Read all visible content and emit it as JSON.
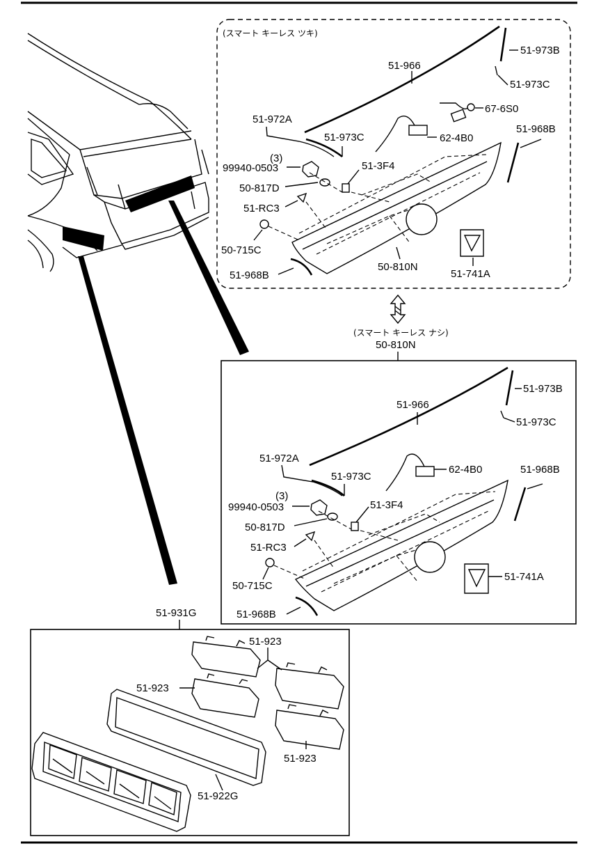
{
  "variant_labels": {
    "smart_keyless_with": "(スマート キーレス ツキ)",
    "smart_keyless_without": "(スマート キーレス ナシ)"
  },
  "section_refs": {
    "garnish_assembly": "50-810N",
    "license_lamp_assembly": "51-931G"
  },
  "parts_top": {
    "p51_973B": "51-973B",
    "p51_973C_upper": "51-973C",
    "p51_966": "51-966",
    "p67_6S0": "67-6S0",
    "p51_972A": "51-972A",
    "p51_973C": "51-973C",
    "p62_4B0": "62-4B0",
    "p51_968B_right": "51-968B",
    "qty": "(3)",
    "p99940_0503": "99940-0503",
    "p51_3F4": "51-3F4",
    "p50_817D": "50-817D",
    "p51_RC3": "51-RC3",
    "p50_715C": "50-715C",
    "p51_968B_left": "51-968B",
    "p50_810N": "50-810N",
    "p51_741A": "51-741A"
  },
  "parts_middle": {
    "p51_973B": "51-973B",
    "p51_966": "51-966",
    "p51_973C_upper": "51-973C",
    "p51_972A": "51-972A",
    "p62_4B0": "62-4B0",
    "p51_973C": "51-973C",
    "p51_968B_right": "51-968B",
    "qty": "(3)",
    "p99940_0503": "99940-0503",
    "p51_3F4": "51-3F4",
    "p50_817D": "50-817D",
    "p51_RC3": "51-RC3",
    "p50_715C": "50-715C",
    "p51_741A": "51-741A",
    "p51_968B_left": "51-968B"
  },
  "parts_bottom": {
    "p51_923_top": "51-923",
    "p51_923_left": "51-923",
    "p51_923_bottom": "51-923",
    "p51_922G": "51-922G"
  }
}
